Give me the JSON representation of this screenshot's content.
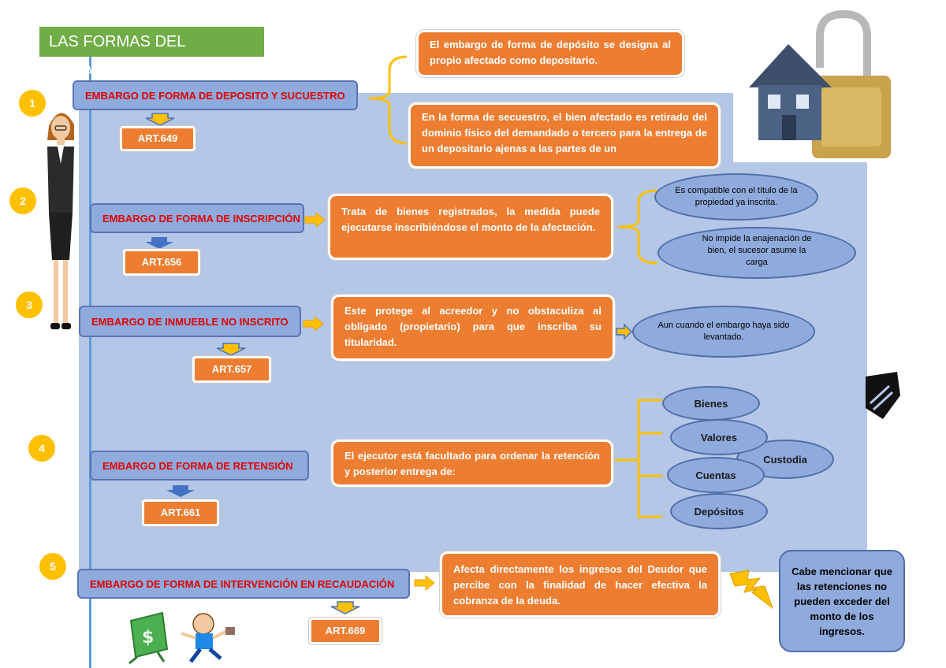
{
  "title": "LAS FORMAS DEL EMBARGO",
  "colors": {
    "panel": "#b4c7e7",
    "orange": "#ed7d31",
    "header": "#8faadc",
    "title_green": "#70ad47",
    "number_yellow": "#ffc000",
    "red_text": "#e00000"
  },
  "icons": [
    "lock-house-icon",
    "woman-figure-icon",
    "money-runner-icon",
    "lightning-icon",
    "arrow-down-icon",
    "arrow-right-icon"
  ],
  "sections": [
    {
      "number": "1",
      "heading": "EMBARGO DE FORMA DE DEPOSITO Y SUCUESTRO",
      "article": "ART.649",
      "notes": [
        "El embargo de forma de depósito se designa al propio afectado como depositario.",
        "En la forma de secuestro, el bien afectado es retirado del dominio físico del demandado o tercero para la entrega de un depositario ajenas a las partes de un"
      ]
    },
    {
      "number": "2",
      "heading": "EMBARGO DE FORMA DE INSCRIPCIÓN",
      "article": "ART.656",
      "description": "Trata de bienes registrados, la medida puede ejecutarse inscribiéndose el monto de la afectación.",
      "bubbles": [
        "Es compatible con el título de la propiedad ya inscrita.",
        "No impide la enajenación de bien, el sucesor asume la carga"
      ]
    },
    {
      "number": "3",
      "heading": "EMBARGO DE INMUEBLE NO INSCRITO",
      "article": "ART.657",
      "description": "Este protege al acreedor y no obstaculiza al obligado (propietario) para que inscriba su titularidad.",
      "bubbles": [
        "Aun cuando el embargo haya sido levantado."
      ]
    },
    {
      "number": "4",
      "heading": "EMBARGO DE FORMA DE RETENSIÓN",
      "article": "ART.661",
      "description": "El ejecutor está facultado para ordenar la retención y posterior entrega de:",
      "bubbles": [
        "Bienes",
        "Valores",
        "Custodia",
        "Cuentas",
        "Depósitos"
      ]
    },
    {
      "number": "5",
      "heading": "EMBARGO DE FORMA DE INTERVENCIÓN EN RECAUDACIÓN",
      "article": "ART.669",
      "description": "Afecta directamente los ingresos del Deudor que percibe con la finalidad de hacer efectiva la cobranza de la deuda."
    }
  ],
  "side_note": "Cabe mencionar que las retenciones no pueden exceder del monto de los ingresos."
}
